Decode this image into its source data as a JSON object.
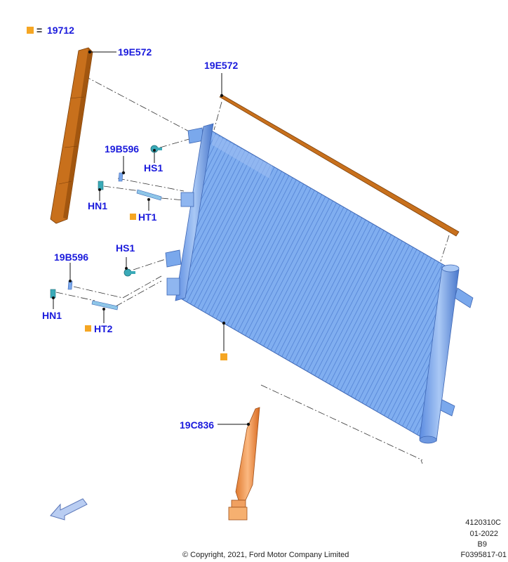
{
  "legend": {
    "equals": "=",
    "code": "19712"
  },
  "callouts": {
    "strip_left": "19E572",
    "strip_top": "19E572",
    "sensor_upper": "19B596",
    "sensor_lower": "19B596",
    "bolt_upper": "HS1",
    "bolt_lower": "HS1",
    "nut_upper": "HN1",
    "nut_lower": "HN1",
    "tube_upper": "HT1",
    "tube_lower": "HT2",
    "drier": "19C836"
  },
  "meta": {
    "line1": "4120310C",
    "line2": "01-2022",
    "line3": "B9",
    "line4": "F0395817-01"
  },
  "copyright": "© Copyright, 2021, Ford Motor Company Limited",
  "colors": {
    "callout_text": "#1a1adc",
    "legend_marker": "#f5a623",
    "core_fill": "#7aa8ec",
    "core_dark": "#4f7fcf",
    "foam_strip": "#c46a1a",
    "drier_fill": "#f0a060",
    "fitting": "#4fb8c8"
  }
}
